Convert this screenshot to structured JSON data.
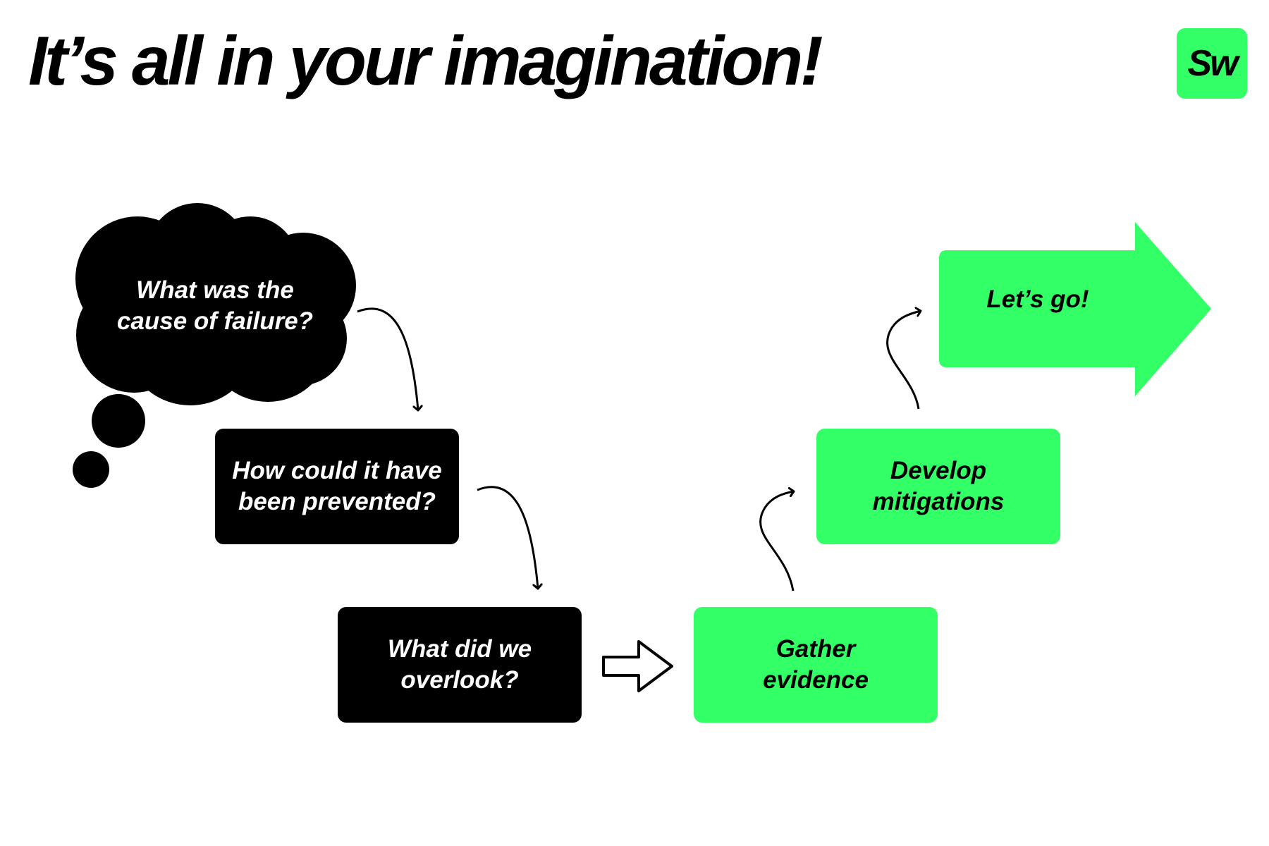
{
  "title": "It’s all in your imagination!",
  "logo": {
    "text": "Sw",
    "color": "#33ff66"
  },
  "colors": {
    "accent": "#33ff66",
    "dark": "#000000",
    "background": "#ffffff"
  },
  "steps": [
    {
      "text": "What was the\ncause of failure?",
      "shape": "thought-cloud",
      "fill": "#000000"
    },
    {
      "text": "How could it have\nbeen prevented?",
      "shape": "rounded-box",
      "fill": "#000000"
    },
    {
      "text": "What did we\noverlook?",
      "shape": "rounded-box",
      "fill": "#000000"
    },
    {
      "text": "Gather\nevidence",
      "shape": "rounded-box",
      "fill": "#33ff66"
    },
    {
      "text": "Develop\nmitigations",
      "shape": "rounded-box",
      "fill": "#33ff66"
    },
    {
      "text": "Let’s go!",
      "shape": "block-arrow",
      "fill": "#33ff66"
    }
  ]
}
